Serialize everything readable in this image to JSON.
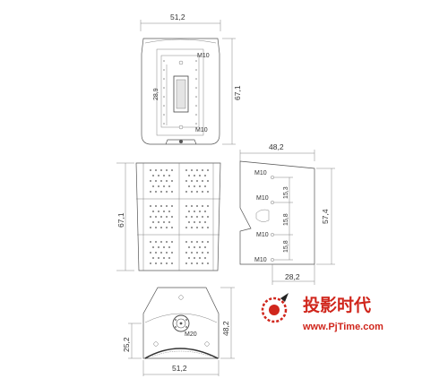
{
  "front_view": {
    "width_label": "51,2",
    "height_label": "67,1",
    "panel_height_label": "28,9",
    "top_thread_label": "M10",
    "bottom_thread_label": "M10"
  },
  "grille_view": {
    "height_label": "67,1"
  },
  "side_view": {
    "width_label": "48,2",
    "height_label": "57,4",
    "base_label": "28,2",
    "thread_labels": [
      "M10",
      "M10",
      "M10",
      "M10"
    ],
    "spacing_labels": [
      "15,3",
      "15,8",
      "15,8"
    ]
  },
  "bottom_view": {
    "width_label": "51,2",
    "height_label": "48,2",
    "offset_label": "25,2",
    "thread_label": "M20"
  },
  "watermark": {
    "brand_text": "投影时代",
    "url_text": "www.PjTime.com",
    "accent_color": "#d0261c"
  }
}
